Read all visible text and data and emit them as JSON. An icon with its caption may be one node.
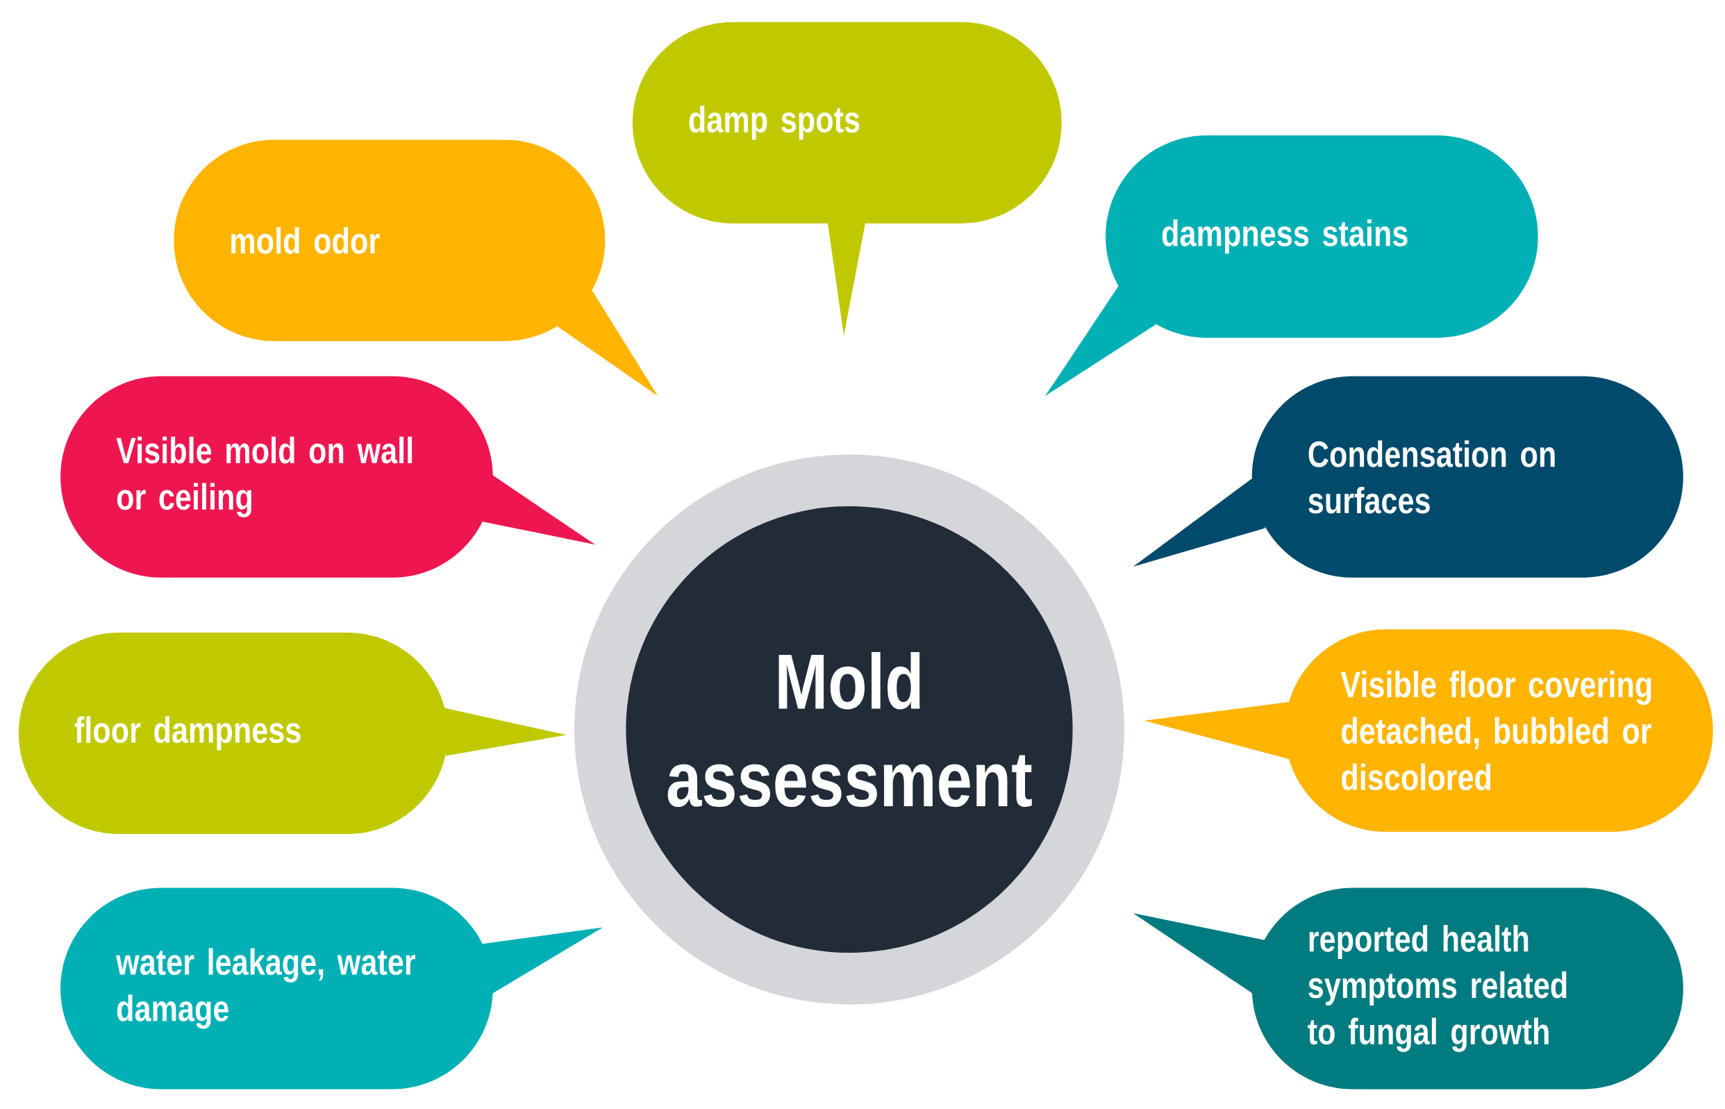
{
  "diagram": {
    "nodes": [
      {
        "text": [
          "Mold assessment"
        ]
      },
      {
        "text": [
          "damp spots"
        ]
      },
      {
        "text": [
          "mold odor"
        ]
      },
      {
        "text": [
          "dampness stains"
        ]
      },
      {
        "text": [
          "Visible mold on wall or ceiling"
        ]
      },
      {
        "text": [
          "Condensation on surfaces"
        ]
      },
      {
        "text": [
          "floor dampness"
        ]
      },
      {
        "text": [
          "Visible floor covering detached, bubbled or discolored"
        ]
      },
      {
        "text": [
          "water leakage, water damage"
        ]
      },
      {
        "text": [
          "reported health symptoms related to fungal growth"
        ]
      }
    ]
  }
}
